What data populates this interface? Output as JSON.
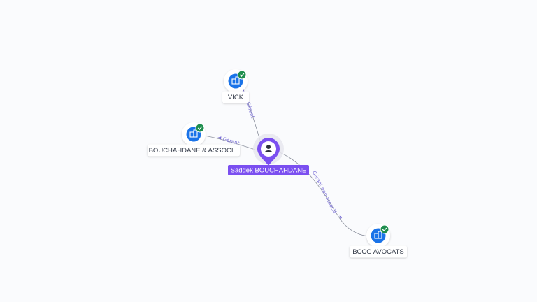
{
  "person": {
    "name": "Saddek BOUCHAHDANE",
    "icon": "person-icon"
  },
  "companies": [
    {
      "id": "vick",
      "label": "VICK",
      "icon": "building-icon",
      "badge": "verified-check-icon"
    },
    {
      "id": "bouchahdane",
      "label": "BOUCHAHDANE & ASSOCI...",
      "icon": "building-icon",
      "badge": "verified-check-icon"
    },
    {
      "id": "bccg",
      "label": "BCCG AVOCATS",
      "icon": "building-icon",
      "badge": "verified-check-icon"
    }
  ],
  "edges": [
    {
      "to": "vick",
      "label": "Gérant"
    },
    {
      "to": "bouchahdane",
      "label": "Gérant"
    },
    {
      "to": "bccg",
      "label": "Gérant non associé"
    }
  ],
  "colors": {
    "accent": "#7b4ff0",
    "company": "#1a73e8",
    "check": "#1e8e4e",
    "edge": "#8a8f9c"
  }
}
